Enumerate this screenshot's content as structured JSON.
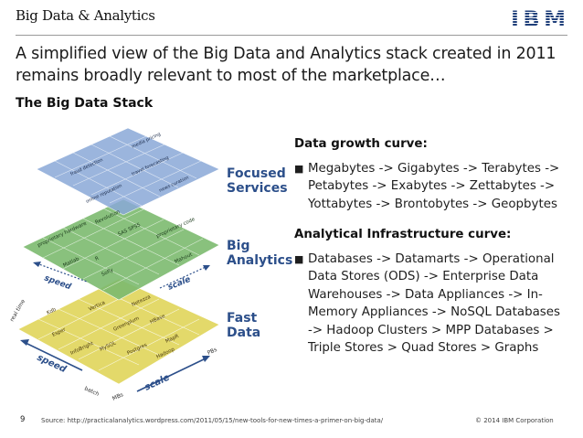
{
  "header": {
    "title": "Big Data & Analytics",
    "logo_text": "IBM"
  },
  "headline": "A simplified view of the Big Data and Analytics stack created in 2011 remains broadly relevant to most of the marketplace…",
  "subhead": "The Big Data Stack",
  "diagram": {
    "layers": [
      {
        "label_line1": "Focused",
        "label_line2": "Services",
        "color": "#6f92cc"
      },
      {
        "label_line1": "Big",
        "label_line2": "Analytics",
        "color": "#7dbb6f"
      },
      {
        "label_line1": "Fast",
        "label_line2": "Data",
        "color": "#e3d96a"
      }
    ],
    "services": [
      "fraud detection",
      "media pricing",
      "travel forecasting",
      "online reputation",
      "news curation"
    ],
    "analytics": [
      "proprietary hardware",
      "Revolution",
      "SAS SPSS",
      "proprietary code",
      "Matlab",
      "R",
      "Sofly",
      "Mahout"
    ],
    "fastdata": [
      "Kdb",
      "Vertica",
      "Netezza",
      "Esper",
      "Greenplum",
      "HBase",
      "InfoBright",
      "MySQL",
      "Postgres",
      "MapR",
      "Hadoop"
    ],
    "axis": {
      "speed": "speed",
      "scale": "scale",
      "realtime": "real time",
      "batch": "batch",
      "mbs": "MBs",
      "pbs": "PBs"
    }
  },
  "sections": [
    {
      "heading": "Data growth curve:",
      "bullets": [
        "Megabytes -> Gigabytes -> Terabytes -> Petabytes -> Exabytes -> Zettabytes -> Yottabytes -> Brontobytes -> Geopbytes"
      ]
    },
    {
      "heading": "Analytical Infrastructure curve:",
      "bullets": [
        "Databases -> Datamarts -> Operational Data Stores (ODS) -> Enterprise Data Warehouses -> Data Appliances -> In-Memory Appliances -> NoSQL Databases -> Hadoop Clusters > MPP Databases > Triple Stores > Quad Stores > Graphs"
      ]
    }
  ],
  "footer": {
    "page": "9",
    "source": "Source: http://practicalanalytics.wordpress.com/2011/05/15/new-tools-for-new-times-a-primer-on-big-data/",
    "copyright": "© 2014 IBM Corporation"
  },
  "colors": {
    "services": "#6f92cc",
    "analytics": "#7dbb6f",
    "fastdata": "#e3d96a",
    "label_blue": "#2c4f8a"
  }
}
